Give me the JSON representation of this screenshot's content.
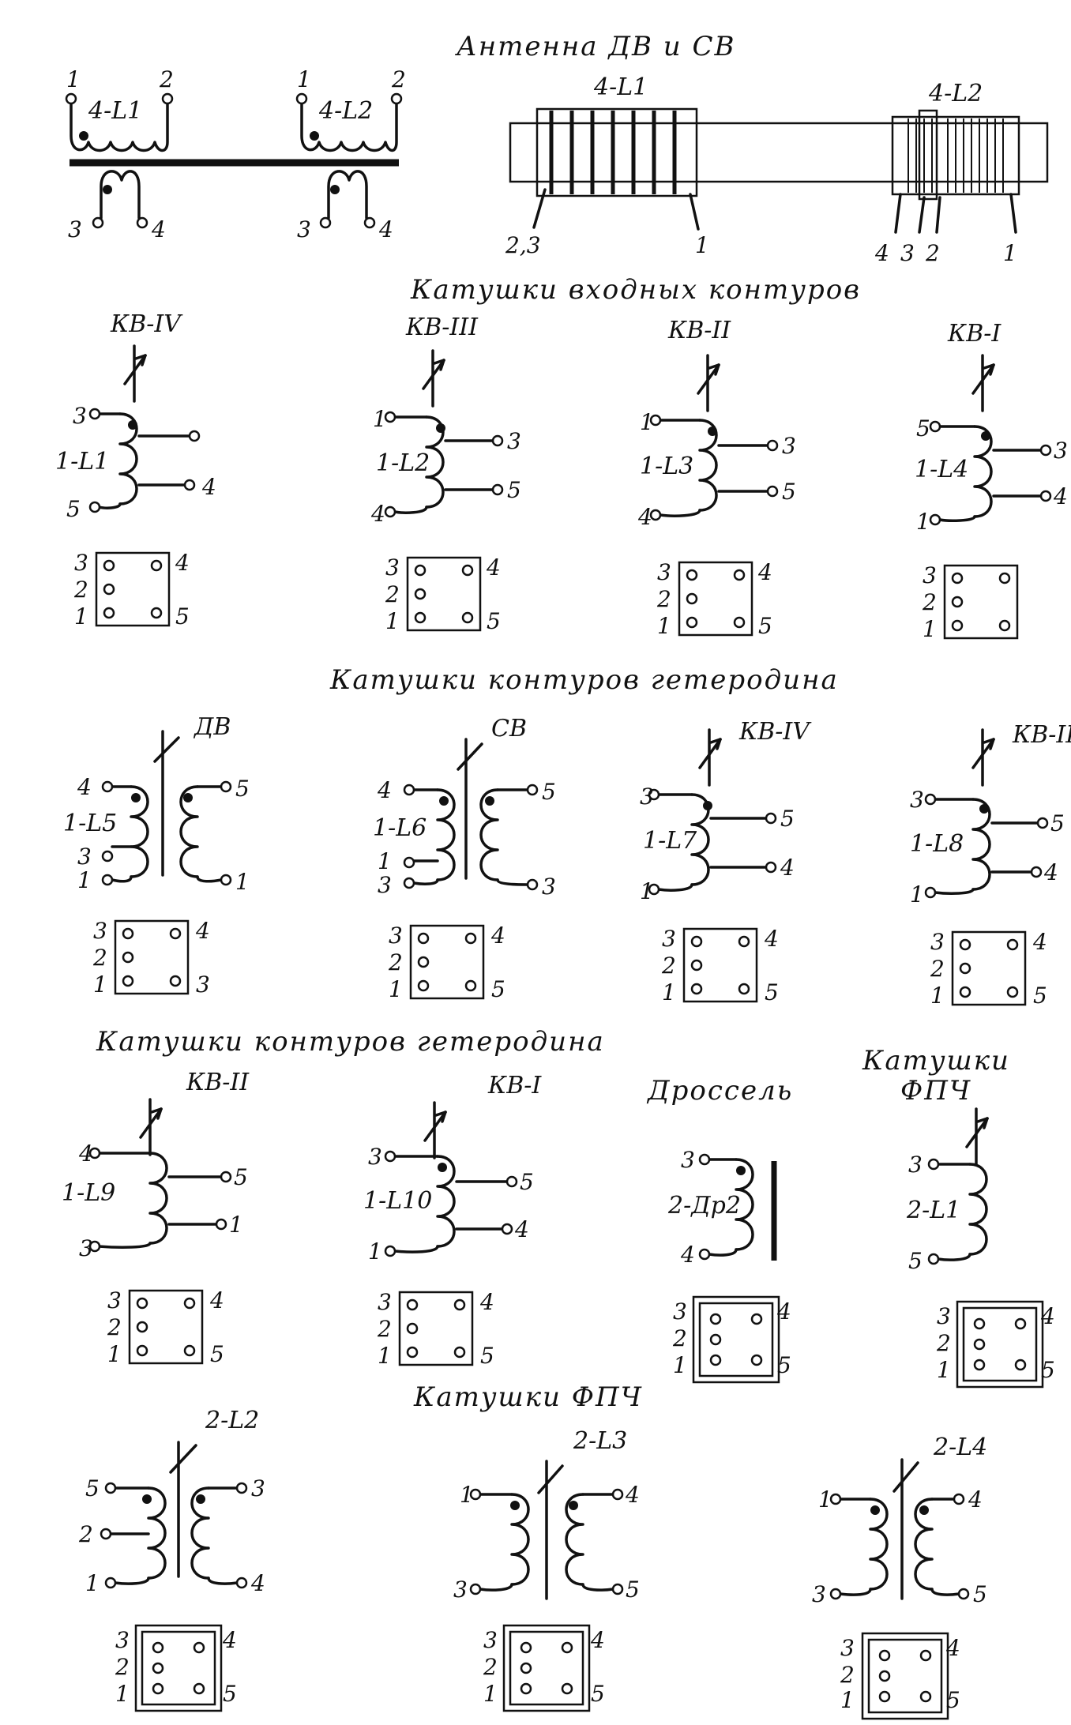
{
  "titles": {
    "antenna": "Антенна ДВ и СВ",
    "input": "Катушки входных контуров",
    "het1": "Катушки контуров гетеродина",
    "het2": "Катушки контуров гетеродина",
    "choke": "Дроссель",
    "fpch_a": "Катушки",
    "fpch_b": "ФПЧ",
    "fpch2": "Катушки ФПЧ"
  },
  "antenna": {
    "coil1": "4-L1",
    "coil2": "4-L2",
    "rod_l1": "4-L1",
    "rod_l2": "4-L2",
    "rod_pins": [
      "2,3",
      "1",
      "4",
      "3",
      "2",
      "1"
    ],
    "pins": [
      "1",
      "2",
      "3",
      "4"
    ]
  },
  "input": [
    {
      "band": "КВ-IV",
      "name": "1-L1",
      "pins": [
        "3",
        "5",
        "4"
      ]
    },
    {
      "band": "КВ-III",
      "name": "1-L2",
      "pins": [
        "1",
        "4",
        "3",
        "5"
      ]
    },
    {
      "band": "КВ-II",
      "name": "1-L3",
      "pins": [
        "1",
        "4",
        "3",
        "5"
      ]
    },
    {
      "band": "КВ-I",
      "name": "1-L4",
      "pins": [
        "5",
        "1",
        "3",
        "4"
      ]
    }
  ],
  "het1": [
    {
      "band": "ДВ",
      "name": "1-L5",
      "pins": [
        "4",
        "3",
        "1",
        "5",
        "1"
      ],
      "sock": [
        "4",
        "3"
      ]
    },
    {
      "band": "СВ",
      "name": "1-L6",
      "pins": [
        "4",
        "1",
        "3",
        "5",
        "3"
      ],
      "sock": [
        "4",
        "5"
      ]
    },
    {
      "band": "КВ-IV",
      "name": "1-L7",
      "pins": [
        "3",
        "1",
        "5",
        "4"
      ]
    },
    {
      "band": "КВ-III",
      "name": "1-L8",
      "pins": [
        "3",
        "1",
        "5",
        "4"
      ]
    }
  ],
  "het2": [
    {
      "band": "КВ-II",
      "name": "1-L9",
      "pins": [
        "4",
        "3",
        "5",
        "1"
      ]
    },
    {
      "band": "КВ-I",
      "name": "1-L10",
      "pins": [
        "3",
        "1",
        "5",
        "4"
      ]
    },
    {
      "name": "2-Др2",
      "pins": [
        "3",
        "4"
      ]
    },
    {
      "name": "2-L1",
      "pins": [
        "3",
        "5"
      ]
    }
  ],
  "fpch": [
    {
      "name": "2-L2",
      "pins": [
        "5",
        "2",
        "1",
        "3",
        "4"
      ]
    },
    {
      "name": "2-L3",
      "pins": [
        "1",
        "3",
        "4",
        "5"
      ]
    },
    {
      "name": "2-L4",
      "pins": [
        "1",
        "3",
        "4",
        "5"
      ]
    }
  ],
  "socket_pins": {
    "left": [
      "3",
      "2",
      "1"
    ],
    "right": [
      "4",
      "5"
    ]
  }
}
